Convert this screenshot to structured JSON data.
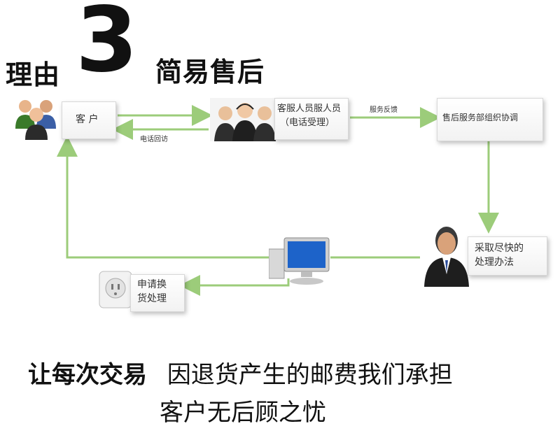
{
  "header": {
    "prefix": "理由",
    "number": "3",
    "title": "简易售后"
  },
  "nodes": {
    "customer": "客 户",
    "service": "客服人员服人员",
    "service_sub": "（电话受理）",
    "department": "售后服务部组织协调",
    "handle_line1": "采取尽快的",
    "handle_line2": "处理办法",
    "exchange_line1": "申请换",
    "exchange_line2": "货处理"
  },
  "edges": {
    "callback": "电话回访",
    "feedback": "服务反馈"
  },
  "footer": {
    "lead": "让每次交易",
    "text": "因退货产生的邮费我们承担",
    "line2": "客户无后顾之忧"
  },
  "colors": {
    "arrow": "#9ccc7a",
    "arrow_dark": "#7fb35a"
  }
}
